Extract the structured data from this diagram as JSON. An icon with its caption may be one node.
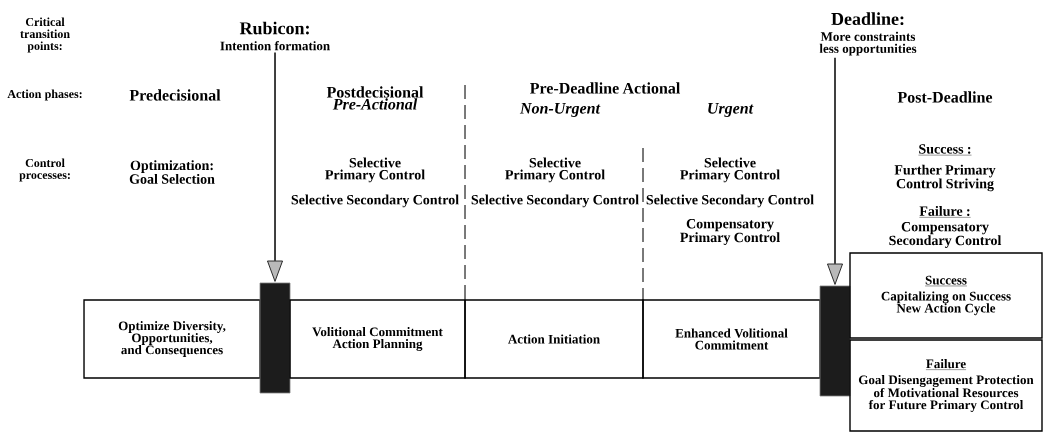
{
  "diagram": {
    "nodes": [
      {
        "text": [
          "Rubicon:",
          "Intention formation"
        ]
      },
      {
        "text": [
          "Deadline:",
          "More constraints less opportunities"
        ]
      },
      {
        "text": [
          "Optimize Diversity, Opportunities, and Consequences"
        ]
      },
      {
        "text": [],
        "shape": "bar"
      },
      {
        "text": [
          "Volitional Commitment Action Planning"
        ]
      },
      {
        "text": [
          "Action Initiation"
        ]
      },
      {
        "text": [
          "Enhanced Volitional Commitment"
        ]
      },
      {
        "text": [],
        "shape": "bar"
      },
      {
        "text": [
          "Success",
          "Capitalizing on Success New Action Cycle"
        ]
      },
      {
        "text": [
          "Failure",
          "Goal Disengagement Protection of Motivational Resources for Future Primary Control"
        ]
      }
    ],
    "edges": [
      {
        "from": 0,
        "to": 3,
        "arrow": "to"
      },
      {
        "from": 1,
        "to": 7,
        "arrow": "to"
      }
    ],
    "labels": [
      "Critical transition points:",
      "Action phases:",
      "Control processes:",
      "Predecisional",
      "Postdecisional *Pre-Actional*",
      "Pre-Deadline Actional",
      "Non-Urgent",
      "Urgent",
      "Post-Deadline",
      "Optimization: Goal Selection",
      "Selective Primary Control",
      "Selective Secondary Control",
      "Selective Primary Control",
      "Selective Secondary Control",
      "Selective Primary Control",
      "Selective Secondary Control",
      "Compensatory Primary Control",
      "Success :",
      "Further Primary Control Striving",
      "Failure :",
      "Compensatory Secondary Control"
    ]
  }
}
